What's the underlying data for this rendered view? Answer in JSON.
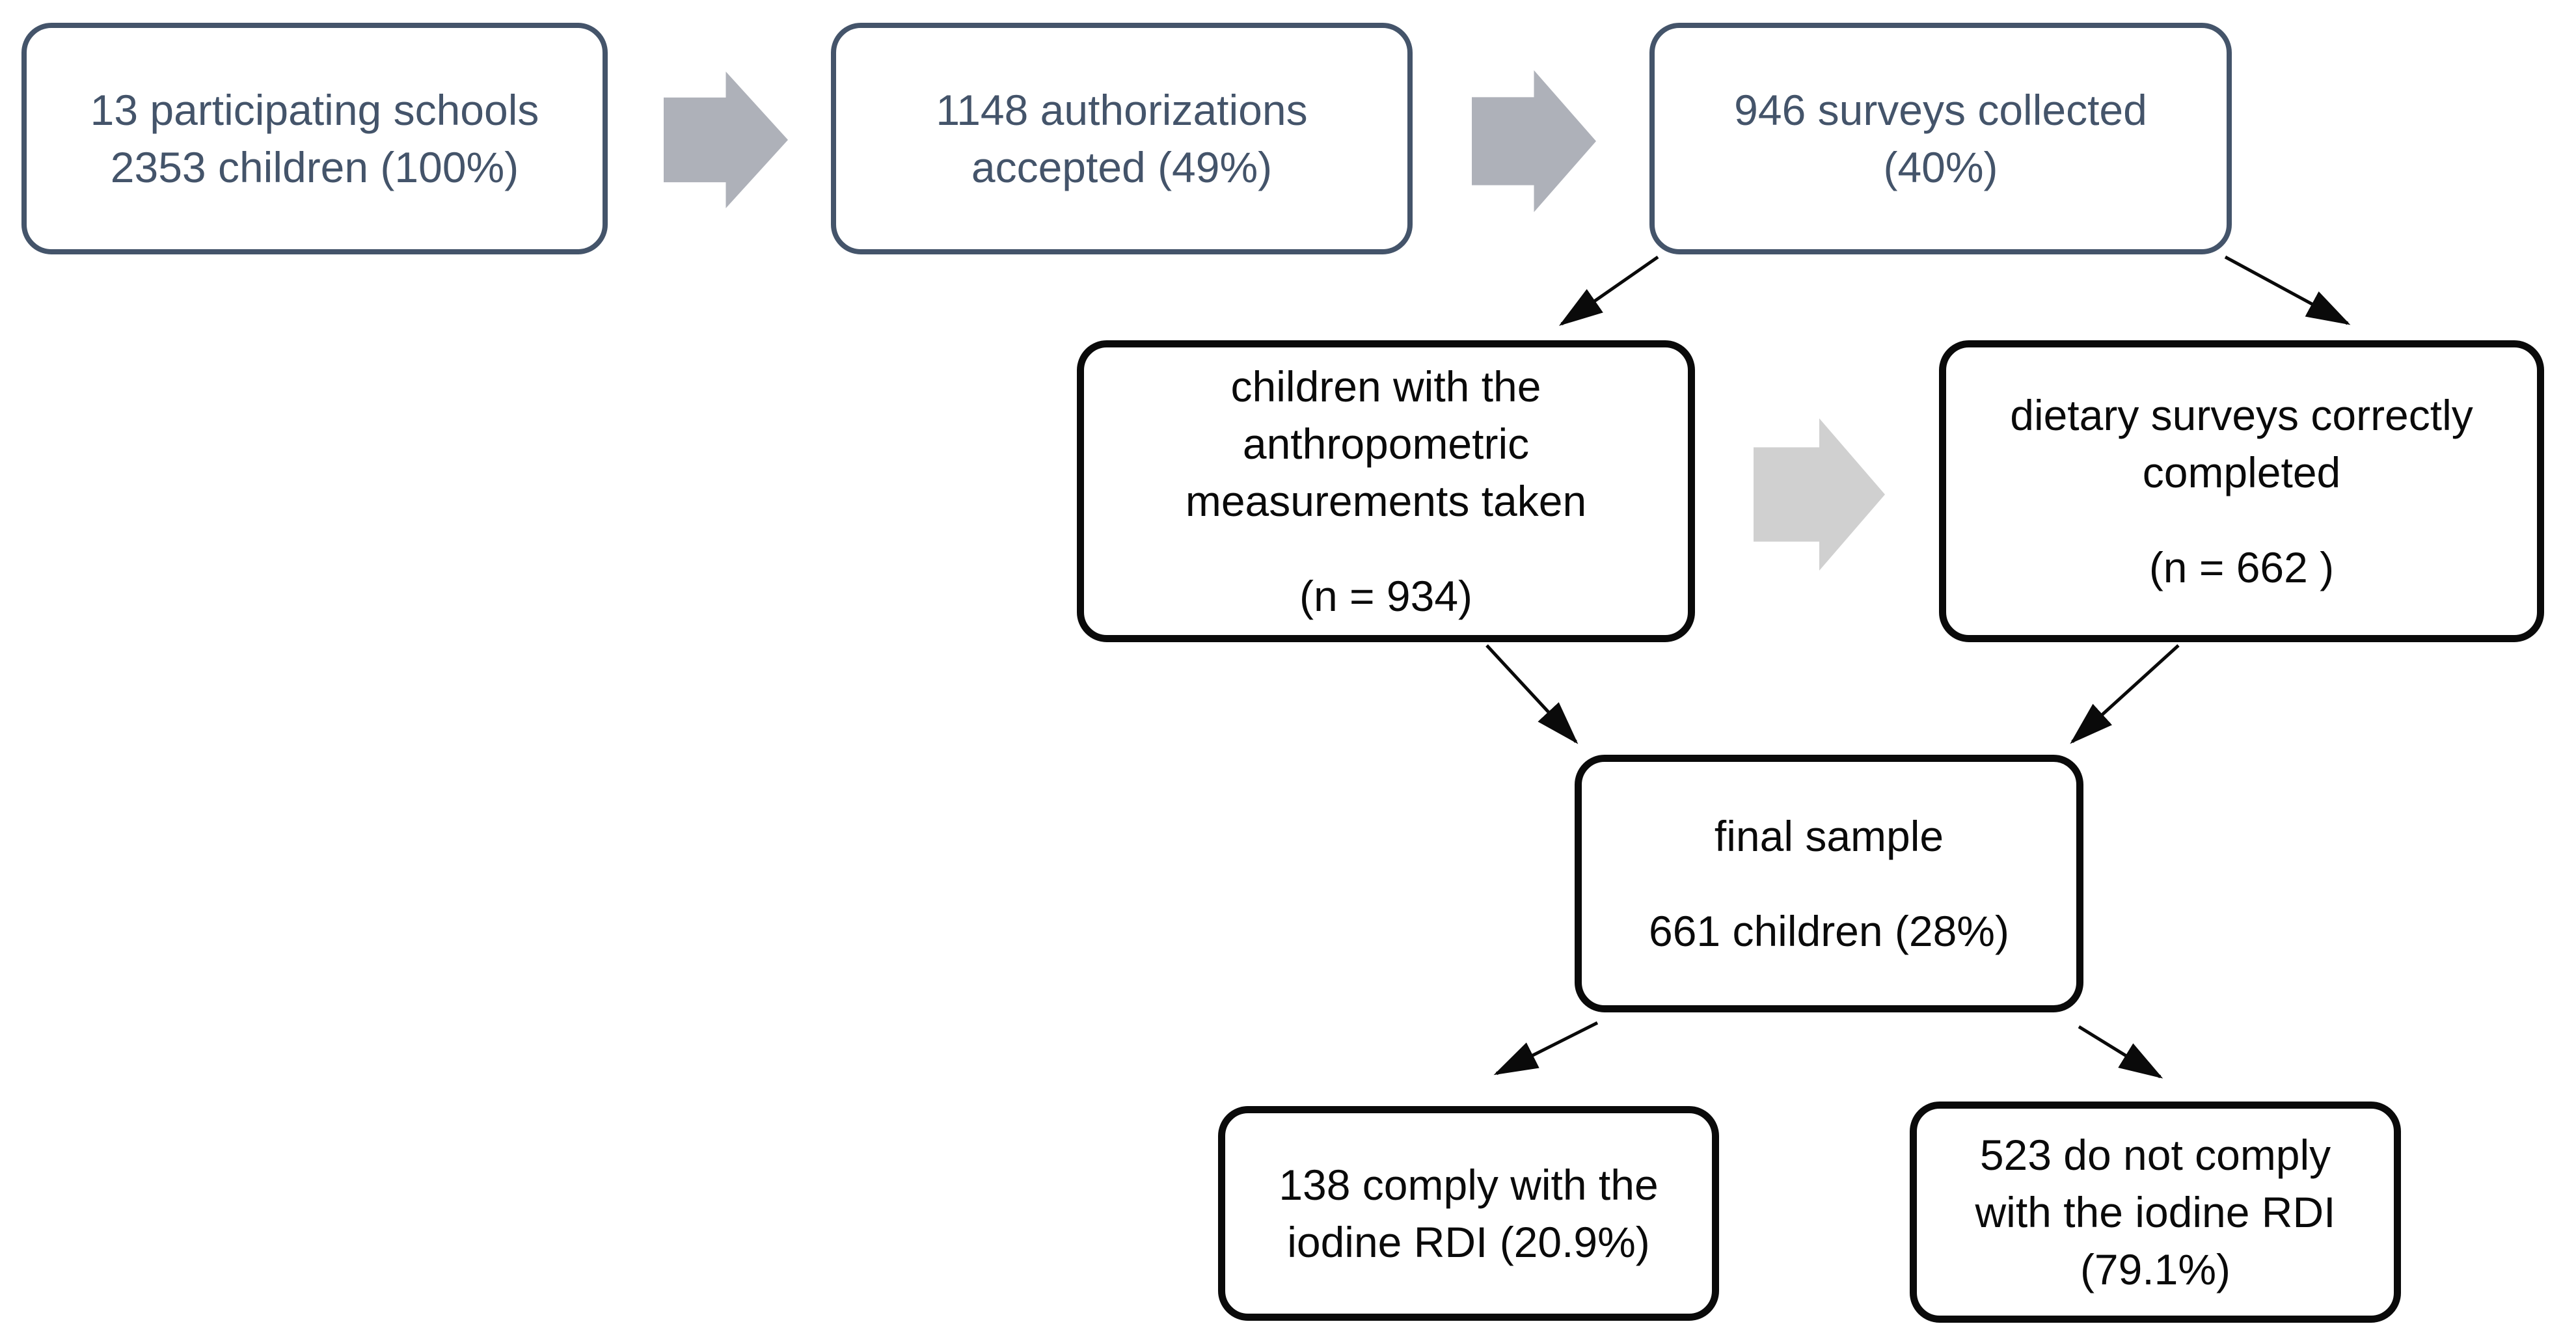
{
  "figure": {
    "type": "flowchart",
    "description": "Participant flow diagram from schools to final iodine RDI compliance sample"
  },
  "colors": {
    "primary": "#44546A",
    "dark": "#0A0A0A",
    "arrow_gray": "#AEB1B9",
    "arrow_light": "#D0D0D0",
    "background": "#FFFFFF"
  },
  "boxes": {
    "schools": {
      "lines": [
        "13 participating schools",
        "2353 children (100%)"
      ]
    },
    "authorizations": {
      "lines": [
        "1148 authorizations",
        "accepted (49%)"
      ]
    },
    "surveys": {
      "lines": [
        "946 surveys collected",
        "(40%)"
      ]
    },
    "anthropometric": {
      "lines": [
        "children with the",
        "anthropometric",
        "measurements taken"
      ],
      "note": "(n = 934)"
    },
    "dietary": {
      "lines": [
        "dietary surveys correctly",
        "completed"
      ],
      "note": "(n = 662 )"
    },
    "final": {
      "lines": [
        "final sample"
      ],
      "note": "661 children (28%)"
    },
    "comply": {
      "lines": [
        "138 comply with the",
        "iodine RDI (20.9%)"
      ]
    },
    "noncomply": {
      "lines": [
        "523 do not comply",
        "with the iodine RDI",
        "(79.1%)"
      ]
    }
  }
}
